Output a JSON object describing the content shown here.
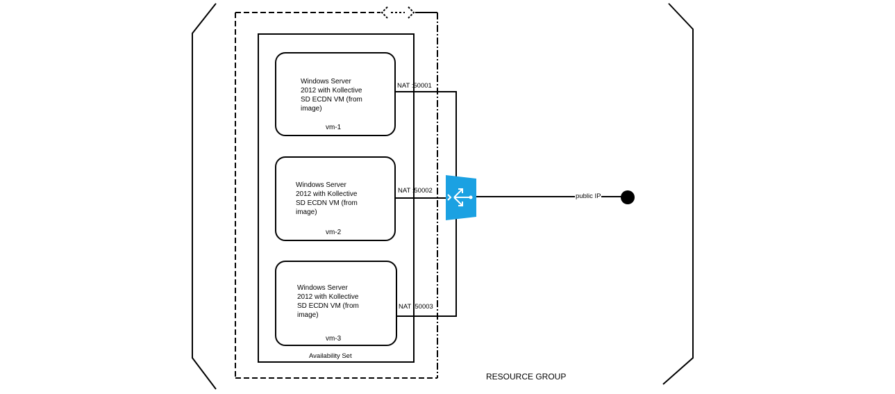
{
  "diagram": {
    "resource_group_label": "RESOURCE GROUP",
    "availability_set_label": "Availability Set",
    "vms": [
      {
        "description": "Windows Server\n2012 with Kollective\nSD ECDN VM (from\nimage)",
        "name": "vm-1",
        "nat": "NAT  :50001"
      },
      {
        "description": "Windows Server\n2012 with Kollective\nSD ECDN VM (from\nimage)",
        "name": "vm-2",
        "nat": "NAT :50002"
      },
      {
        "description": "Windows Server\n2012 with Kollective\nSD ECDN VM (from\nimage)",
        "name": "vm-3",
        "nat": "NAT  :50003"
      }
    ],
    "load_balancer_icon": "load-balancer-icon",
    "public_ip_label": "public IP",
    "colors": {
      "load_balancer": "#1BA1E2",
      "line": "#000000"
    }
  }
}
